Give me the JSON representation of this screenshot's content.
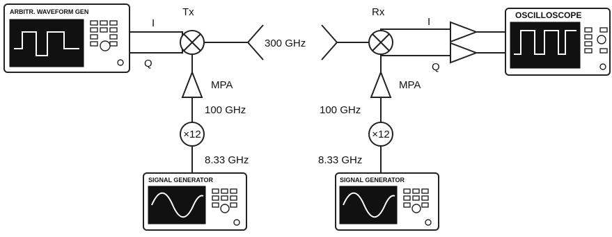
{
  "labels": {
    "awg_title": "ARBITR. WAVEFORM GEN",
    "tx": "Tx",
    "rx": "Rx",
    "tx_i": "I",
    "tx_q": "Q",
    "rx_i": "I",
    "rx_q": "Q",
    "carrier": "300 GHz",
    "tx_mpa": "MPA",
    "rx_mpa": "MPA",
    "tx_lo_freq": "100 GHz",
    "rx_lo_freq": "100 GHz",
    "tx_multiplier": "×12",
    "rx_multiplier": "×12",
    "tx_ref_freq": "8.33 GHz",
    "rx_ref_freq": "8.33 GHz",
    "tx_siggen_title": "SIGNAL GENERATOR",
    "rx_siggen_title": "SIGNAL GENERATOR",
    "osc_title": "OSCILLOSCOPE"
  }
}
